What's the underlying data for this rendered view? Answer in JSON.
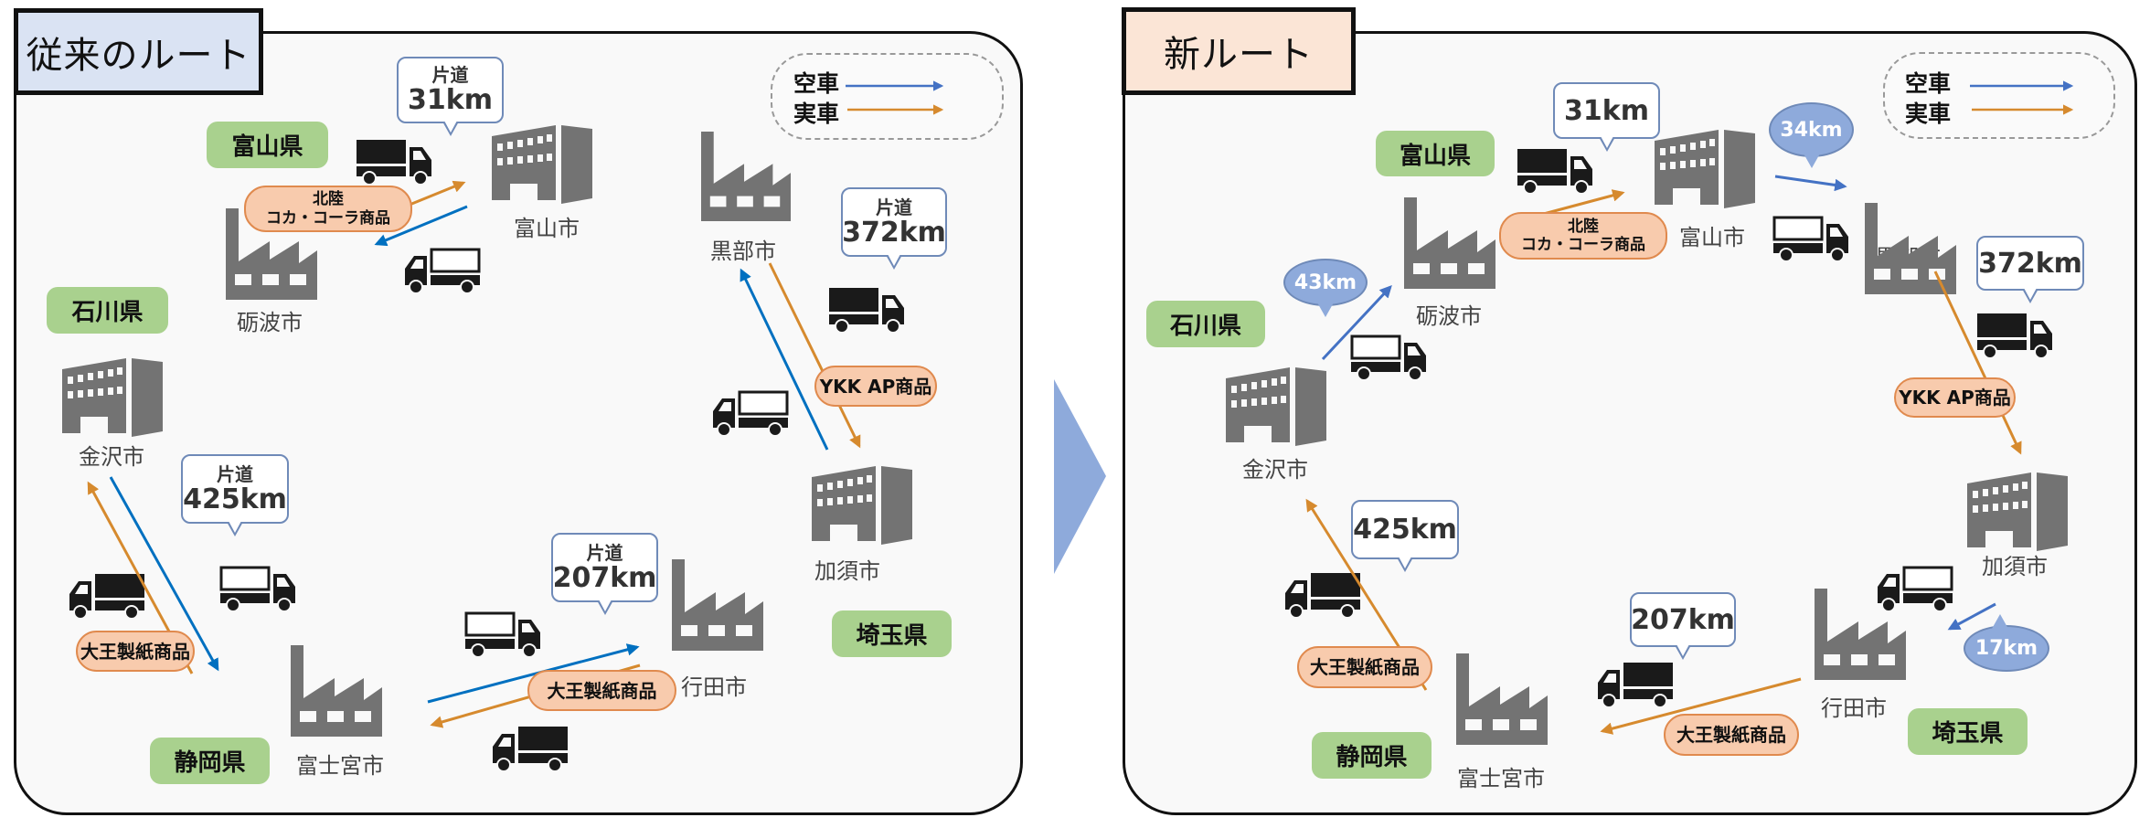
{
  "left_panel": {
    "title": "従来のルート",
    "title_bg": "#dae3f3",
    "legend": {
      "empty": "空車",
      "loaded": "実車"
    },
    "prefectures": [
      "富山県",
      "石川県",
      "静岡県",
      "埼玉県"
    ],
    "cities": {
      "toyama": "富山市",
      "tonami": "砺波市",
      "kanazawa": "金沢市",
      "kurobe": "黒部市",
      "kazo": "加須市",
      "fujinomiya": "富士宮市",
      "gyoda": "行田市"
    },
    "callouts": [
      {
        "sub": "片道",
        "km": "31km"
      },
      {
        "sub": "片道",
        "km": "372km"
      },
      {
        "sub": "片道",
        "km": "425km"
      },
      {
        "sub": "片道",
        "km": "207km"
      }
    ],
    "cargo": {
      "hokuriku_line1": "北陸",
      "hokuriku_line2": "コカ・コーラ商品",
      "ykk": "YKK AP商品",
      "daio1": "大王製紙商品",
      "daio2": "大王製紙商品"
    }
  },
  "right_panel": {
    "title": "新ルート",
    "title_bg": "#fbe5d6",
    "legend": {
      "empty": "空車",
      "loaded": "実車"
    },
    "prefectures": [
      "富山県",
      "石川県",
      "静岡県",
      "埼玉県"
    ],
    "cities": {
      "toyama": "富山市",
      "tonami": "砺波市",
      "kanazawa": "金沢市",
      "kurobe": "黒部市",
      "kazo": "加須市",
      "fujinomiya": "富士宮市",
      "gyoda": "行田市"
    },
    "callouts": [
      "31km",
      "372km",
      "425km",
      "207km"
    ],
    "empty_bubbles": [
      "43km",
      "34km",
      "17km"
    ],
    "cargo": {
      "hokuriku_line1": "北陸",
      "hokuriku_line2": "コカ・コーラ商品",
      "ykk": "YKK AP商品",
      "daio1": "大王製紙商品",
      "daio2": "大王製紙商品"
    }
  },
  "colors": {
    "empty_arrow": "#4472c4",
    "empty_arrow_left": "#0070c0",
    "loaded_arrow": "#d68a2e",
    "icon_gray": "#737373",
    "truck": "#1a1a1a",
    "prefecture_badge": "#a9d18e",
    "cargo_pill": "#f8cbad",
    "transition_arrow": "#8eaadb"
  }
}
